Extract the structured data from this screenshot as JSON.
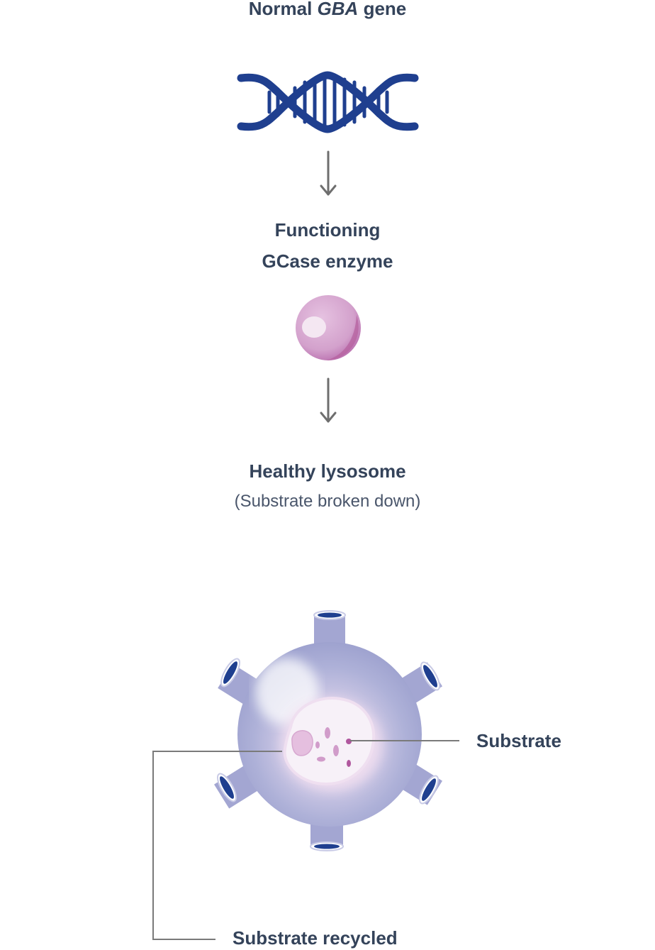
{
  "gene": {
    "prefix": "Normal",
    "gene_name": "GBA",
    "suffix": "gene"
  },
  "enzyme": {
    "line1": "Functioning",
    "line2": "GCase enzyme"
  },
  "lysosome": {
    "title": "Healthy lysosome",
    "note": "(Substrate broken down)"
  },
  "callouts": {
    "substrate": "Substrate",
    "recycled": "Substrate recycled"
  },
  "colors": {
    "text": "#34435a",
    "dna": "#1f3f8f",
    "arrow": "#6e6e6e",
    "enzyme": "#d6a3cf",
    "lysosome": "#a3a6d2",
    "substrate": "#b0579e"
  },
  "icons": [
    "dna-icon",
    "enzyme-sphere-icon",
    "lysosome-icon"
  ]
}
